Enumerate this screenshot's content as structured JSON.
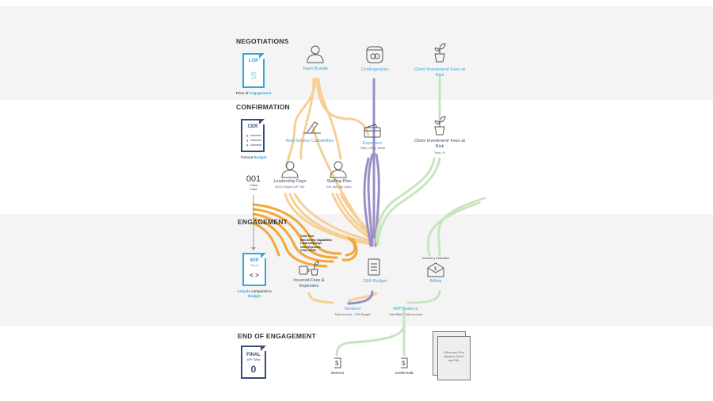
{
  "sections": {
    "negotiations": "NEGOTIATIONS",
    "confirmation": "CONFIRMATION",
    "engagement": "ENGAGEMENT",
    "end": "END OF ENGAGEMENT"
  },
  "docs": {
    "lop": {
      "title": "LOP",
      "glyph": "$",
      "caption_plain": "Price of ",
      "caption_hl": "Engagement"
    },
    "cer": {
      "title": "CER",
      "caption_plain": "Turnout ",
      "caption_hl": "Budget"
    },
    "client_code": {
      "code": "001",
      "label": "Client Code"
    },
    "wip": {
      "title": "WIP",
      "sub": "Report",
      "glyph": "< >",
      "caption_hl1": "Actuals",
      "caption_plain": " compared to ",
      "caption_hl2": "Budget"
    },
    "final": {
      "title": "FINAL",
      "sub": "WIP Ttl/Bal",
      "value": "0"
    }
  },
  "nodes": {
    "team_bundle": "Team Bundle",
    "contingencies": "Contingencies",
    "client_investment_top": "Client Investment/ Fees at Risk",
    "new_service": "New Service Capabilities",
    "expenses": "Expenses",
    "expenses_sub": "CSIA | CSIA | Travel",
    "client_investment_mid": "Client Investment/ Fees at Risk",
    "client_investment_mid_sub": "Trow | %",
    "leadership_days": "Leadership Days",
    "leadership_days_sub": "BCG | Report | AP | BD",
    "staffing_plan": "Staffing Plan",
    "staffing_plan_sub": "EM | BA | BA | Asso",
    "incurred_fees": "Incurred Fees & Expenses",
    "cer_budget": "CER Budget",
    "billing": "Billing",
    "billing_sub": "Invoices | Collection",
    "variance": "Variance",
    "variance_sub": "Total Incurred - CER Budget",
    "wip_balance": "WIP Balance",
    "wip_balance_sub": "Total Billed - Total Incurred",
    "overrun": "Overrun",
    "credit_hold": "Credit Hold"
  },
  "engagement_list": [
    "Team Time",
    "New Service Capabilities",
    "Leadership Days",
    "Other Expenses",
    "CSIA | CSEA"
  ],
  "gray_doc_text": "Office and Firm Balance Sheet and P&L",
  "colors": {
    "orange": "#f7cf94",
    "orange_dark": "#f2a737",
    "purple": "#9b8ec7",
    "green": "#c7e5be",
    "blue": "#3aa6d8",
    "navy": "#3a4a7a",
    "band": "#f4f4f4"
  }
}
